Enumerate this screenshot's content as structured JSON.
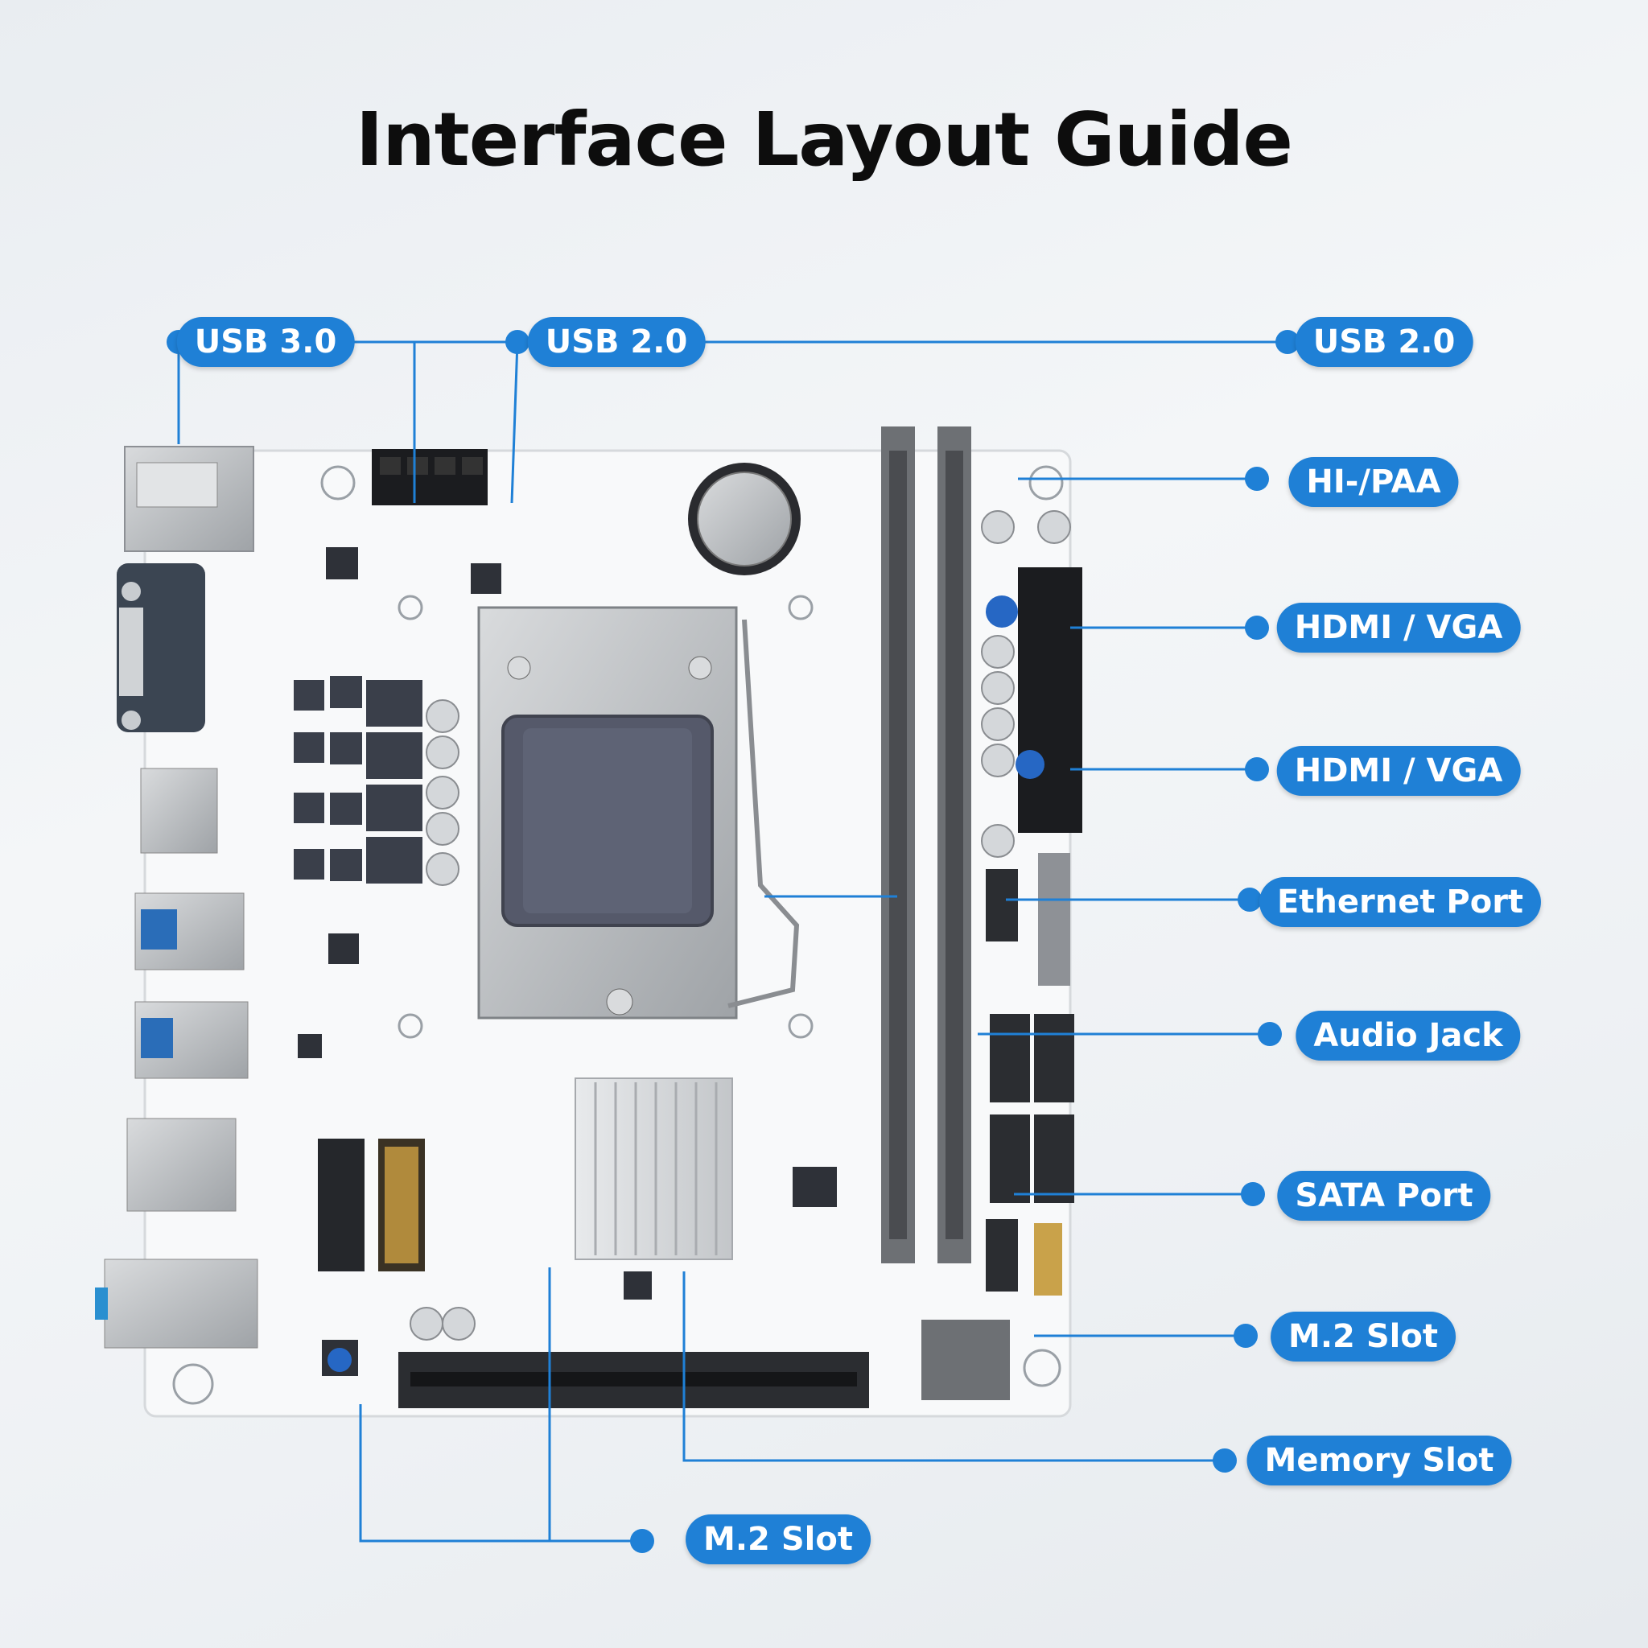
{
  "title": "Interface Layout Guide",
  "labels": {
    "usb30": "USB 3.0",
    "usb20_top": "USB 2.0",
    "usb20_right": "USB 2.0",
    "hipaa": "HI-/PAA",
    "hdmi_vga_1": "ΗDMI / VGA",
    "hdmi_vga_2": "HDMI / VGA",
    "ethernet": "Ethernet Port",
    "audio": "Audio Jack",
    "sata": "SATA Port",
    "m2_right": "M.2 Slot",
    "memory": "Memory Slot",
    "m2_bottom": "M.2 Slot"
  },
  "colors": {
    "accent": "#1f80d6",
    "board": "#f7f8f9",
    "chip": "#3a3f4a",
    "metal": "#b9bcbf",
    "ram": "#6d7074"
  }
}
